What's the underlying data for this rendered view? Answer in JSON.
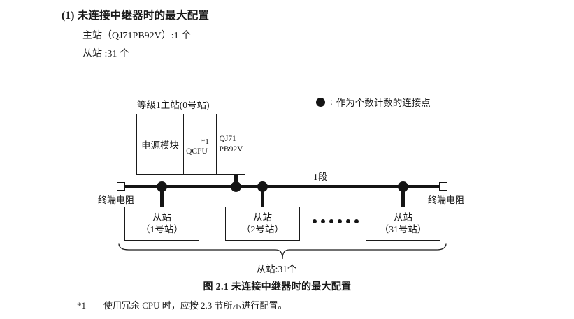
{
  "heading": {
    "number": "(1)",
    "title": "未连接中继器时的最大配置",
    "line1": "主站（QJ71PB92V）:1 个",
    "line2": "从站 :31 个"
  },
  "legend": {
    "symbol": "filled-circle",
    "colon": ":",
    "text": "作为个数计数的连接点"
  },
  "diagram": {
    "master": {
      "label": "等级1主站(0号站)",
      "cells": {
        "power": "电源模块",
        "cpu": "QCPU",
        "cpu_footnote_mark": "*1",
        "module_line1": "QJ71",
        "module_line2": "PB92V"
      }
    },
    "bus": {
      "segment_label": "1段",
      "terminator_left": "终端电阻",
      "terminator_right": "终端电阻"
    },
    "slaves": [
      {
        "title": "从站",
        "station": "（1号站）"
      },
      {
        "title": "从站",
        "station": "（2号站）"
      },
      {
        "title": "从站",
        "station": "（31号站）"
      }
    ],
    "ellipsis_count": 6,
    "brace_label": "从站:31个"
  },
  "caption": "图 2.1  未连接中继器时的最大配置",
  "footnote": {
    "mark": "*1",
    "text": "使用冗余 CPU 时，应按 2.3 节所示进行配置。"
  },
  "colors": {
    "ink": "#1a1a1a",
    "line": "#141414",
    "paper": "#ffffff"
  }
}
